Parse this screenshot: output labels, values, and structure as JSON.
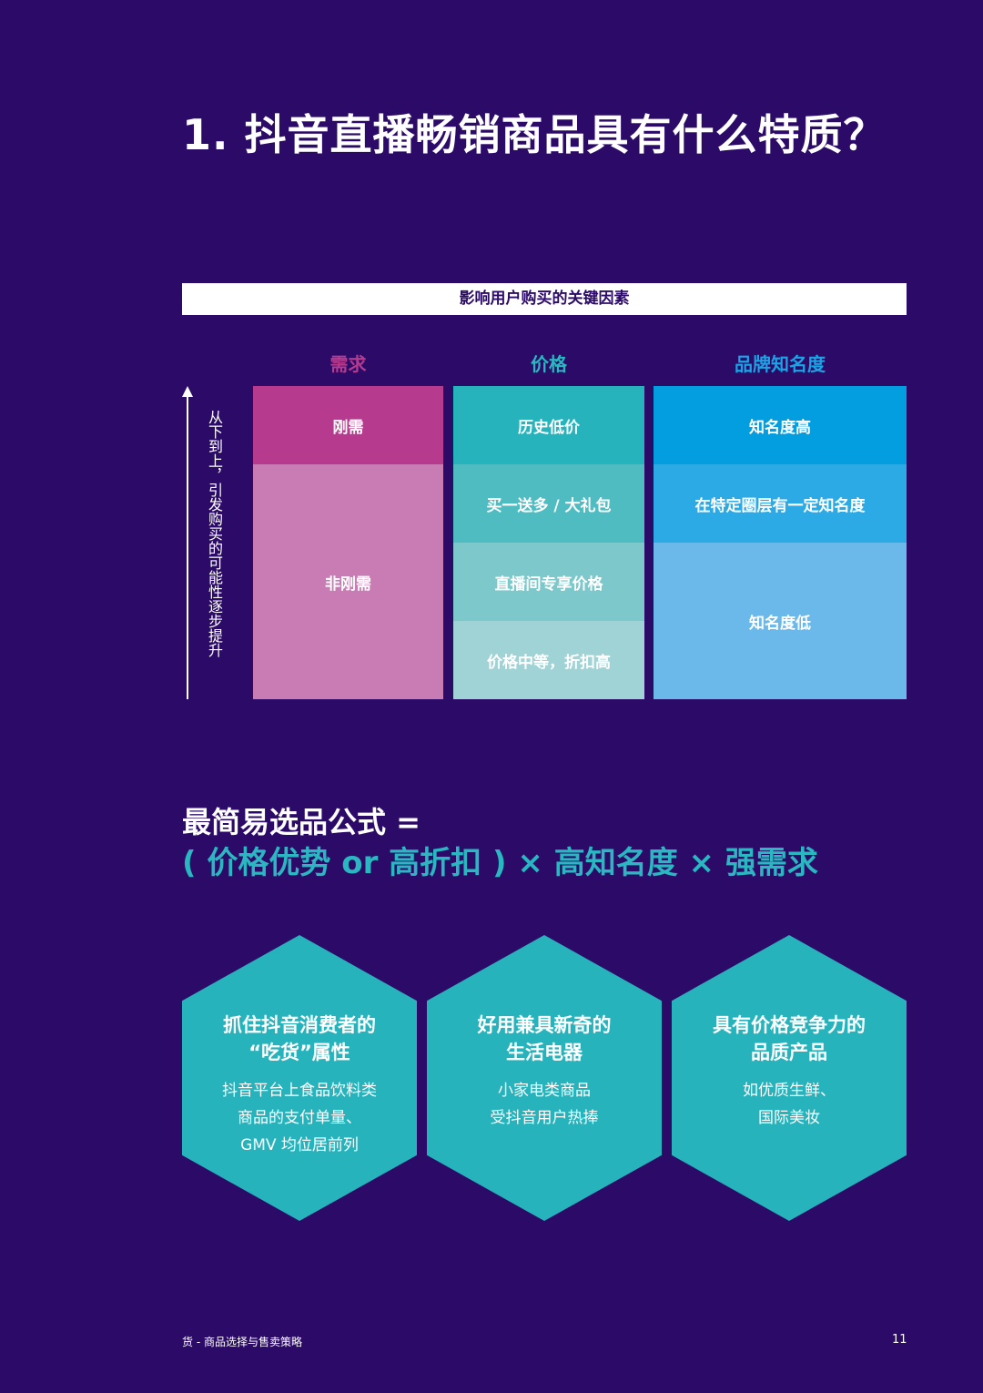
{
  "title": "1. 抖音直播畅销商品具有什么特质？",
  "banner": "影响用户购买的关键因素",
  "axis_label": "从下到上，引发购买的可能性逐步提升",
  "columns": [
    {
      "header": "需求",
      "cells": [
        "刚需",
        "非刚需"
      ]
    },
    {
      "header": "价格",
      "cells": [
        "历史低价",
        "买一送多 / 大礼包",
        "直播间专享价格",
        "价格中等，折扣高"
      ]
    },
    {
      "header": "品牌知名度",
      "cells": [
        "知名度高",
        "在特定圈层有一定知名度",
        "知名度低"
      ]
    }
  ],
  "formula": {
    "line1": "最简易选品公式 =",
    "line2": "( 价格优势 or 高折扣 ) × 高知名度 × 强需求"
  },
  "hexagons": [
    {
      "heading": [
        "抓住抖音消费者的",
        "“吃货”属性"
      ],
      "body": [
        "抖音平台上食品饮料类",
        "商品的支付单量、",
        "GMV 均位居前列"
      ]
    },
    {
      "heading": [
        "好用兼具新奇的",
        "生活电器"
      ],
      "body": [
        "小家电类商品",
        "受抖音用户热捧"
      ]
    },
    {
      "heading": [
        "具有价格竞争力的",
        "品质产品"
      ],
      "body": [
        "如优质生鲜、",
        "国际美妆"
      ]
    }
  ],
  "footer": {
    "left": "货 - 商品选择与售卖策略",
    "page": "11"
  },
  "colors": {
    "background": "#2c0b68",
    "teal": "#27b3bc",
    "magenta": "#b63b8f",
    "blue": "#039ee0"
  }
}
